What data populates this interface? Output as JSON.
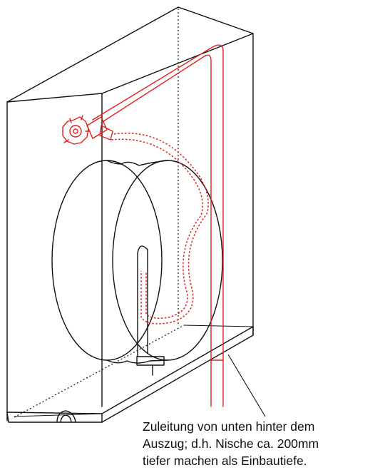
{
  "caption": {
    "lines": [
      "Zuleitung von unten hinter dem",
      "Auszug; d.h. Nische ca. 200mm",
      "tiefer machen als Einbautiefe."
    ]
  },
  "colors": {
    "line": "#111111",
    "pipe": "#e0201b",
    "background": "#ffffff"
  }
}
